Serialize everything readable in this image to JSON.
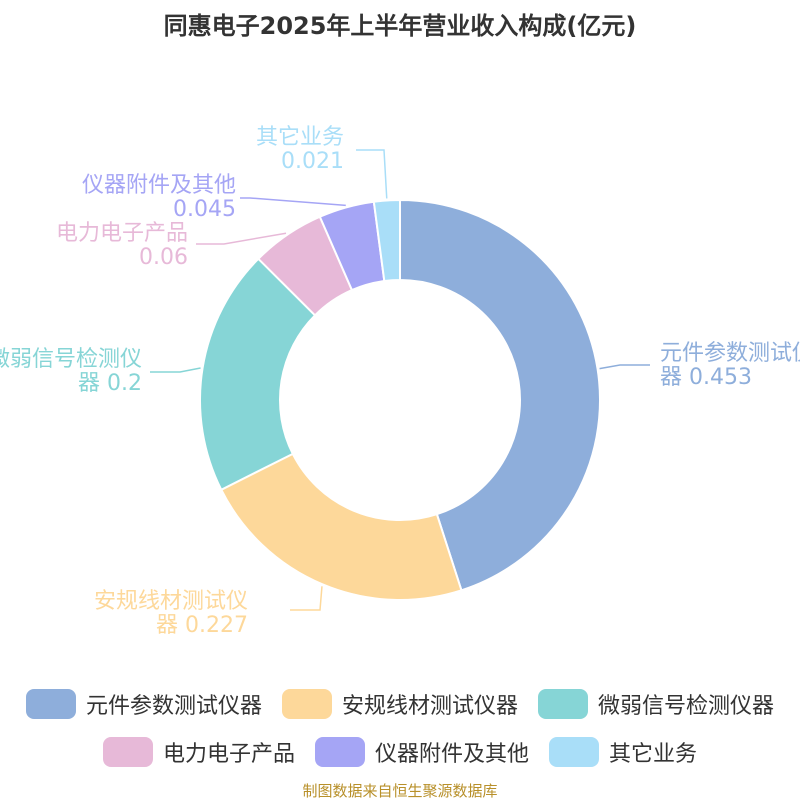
{
  "title": "同惠电子2025年上半年营业收入构成(亿元)",
  "source": "制图数据来自恒生聚源数据库",
  "chart_data": {
    "type": "pie",
    "variant": "donut",
    "title": "同惠电子2025年上半年营业收入构成(亿元)",
    "series": [
      {
        "name": "元件参数测试仪器",
        "value": 0.453,
        "color": "#8eaedb",
        "label_lines": [
          "元件参数测试仪",
          "器 0.453"
        ]
      },
      {
        "name": "安规线材测试仪器",
        "value": 0.227,
        "color": "#fdd89a",
        "label_lines": [
          "安规线材测试仪",
          "器 0.227"
        ]
      },
      {
        "name": "微弱信号检测仪器",
        "value": 0.2,
        "color": "#86d5d6",
        "label_lines": [
          "微弱信号检测仪",
          "器 0.2"
        ]
      },
      {
        "name": "电力电子产品",
        "value": 0.06,
        "color": "#e7b9d8",
        "label_lines": [
          "电力电子产品",
          "0.06"
        ]
      },
      {
        "name": "仪器附件及其他",
        "value": 0.045,
        "color": "#a5a5f5",
        "label_lines": [
          "仪器附件及其他",
          "0.045"
        ]
      },
      {
        "name": "其它业务",
        "value": 0.021,
        "color": "#a9def8",
        "label_lines": [
          "其它业务",
          "0.021"
        ]
      }
    ],
    "legend_position": "bottom"
  }
}
